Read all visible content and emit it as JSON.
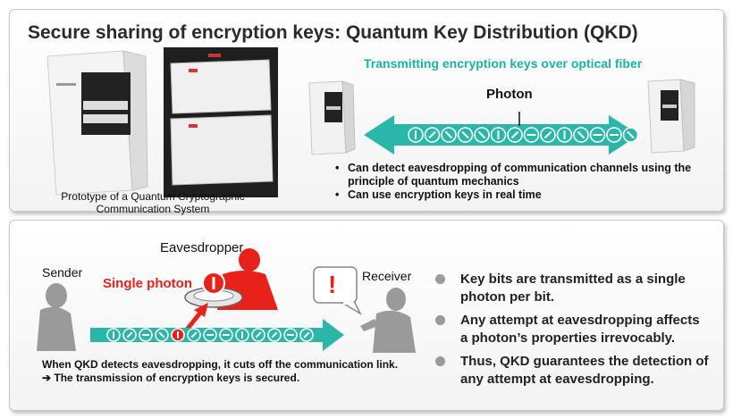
{
  "top_panel": {
    "title": "Secure sharing of encryption keys: Quantum Key Distribution (QKD)",
    "prototype_caption_line1": "Prototype of a Quantum Cryptographic",
    "prototype_caption_line2": "Communication System",
    "fiber_title": "Transmitting encryption keys over optical fiber",
    "photon_label": "Photon",
    "bullets": [
      "Can detect eavesdropping of communication channels using the principle of quantum mechanics",
      "Can use encryption keys in real time"
    ],
    "photon_symbols": [
      "|",
      "/",
      "\\",
      "\\",
      "\\",
      "|",
      "/",
      "—",
      "/",
      "|",
      "\\",
      "—",
      "—",
      "\\"
    ]
  },
  "bottom_panel": {
    "eavesdropper_label": "Eavesdropper",
    "sender_label": "Sender",
    "receiver_label": "Receiver",
    "single_photon_label": "Single photon",
    "alert_mark": "!",
    "note_line1": "When QKD detects eavesdropping, it cuts off the communication link.",
    "note_line2": "➔ The transmission of encryption keys is secured.",
    "photon_symbols": [
      "|",
      "/",
      "—",
      "\\",
      "!",
      "/",
      "—",
      "—",
      "|",
      "/",
      "/",
      "—",
      "/"
    ],
    "bullets": [
      "Key bits are transmitted as a single photon per bit.",
      "Any attempt at eavesdropping affects a photon’s properties irrevocably.",
      "Thus, QKD guarantees the detection of any attempt at eavesdropping."
    ]
  },
  "colors": {
    "teal": "#2ab7a9",
    "red": "#e8221b",
    "bullet_gray": "#9a9a9a"
  }
}
